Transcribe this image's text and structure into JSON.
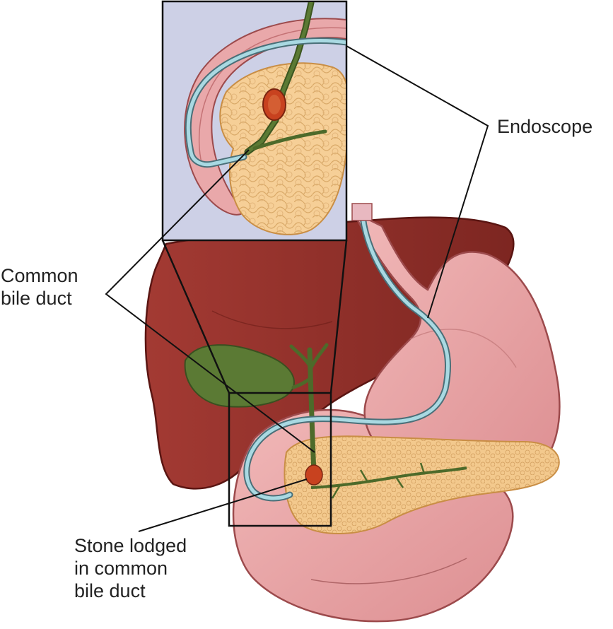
{
  "labels": {
    "endoscope": "Endoscope",
    "common_bile_duct": [
      "Common",
      "bile duct"
    ],
    "stone": [
      "Stone lodged",
      "in common",
      "bile duct"
    ]
  },
  "colors": {
    "liver": "#8e2f2a",
    "liver_outline": "#5a1512",
    "stomach": "#e8a1a3",
    "stomach_outline": "#9c4a4c",
    "pancreas": "#f6cf97",
    "pancreas_outline": "#c98e45",
    "gallbladder": "#5b7a34",
    "bile_duct": "#4d6a2a",
    "endoscope": "#a9d9e2",
    "stone": "#c8421f",
    "inset_bg": "#cdd0e6"
  }
}
